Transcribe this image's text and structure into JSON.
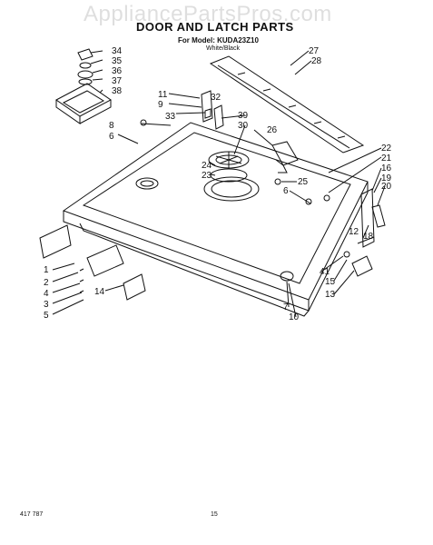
{
  "watermark": "AppliancePartsPros.com",
  "title": "DOOR AND LATCH PARTS",
  "model": "For Model: KUDA23Z10",
  "color": "White/Black",
  "footer_code": "417  787",
  "page_number": "15",
  "callouts": [
    "34",
    "35",
    "36",
    "37",
    "38",
    "27",
    "28",
    "11",
    "9",
    "33",
    "32",
    "8",
    "6",
    "39",
    "30",
    "26",
    "22",
    "21",
    "16",
    "19",
    "20",
    "24",
    "23",
    "25",
    "6",
    "18",
    "12",
    "1",
    "2",
    "4",
    "3",
    "5",
    "14",
    "41",
    "15",
    "13",
    "7",
    "10"
  ]
}
